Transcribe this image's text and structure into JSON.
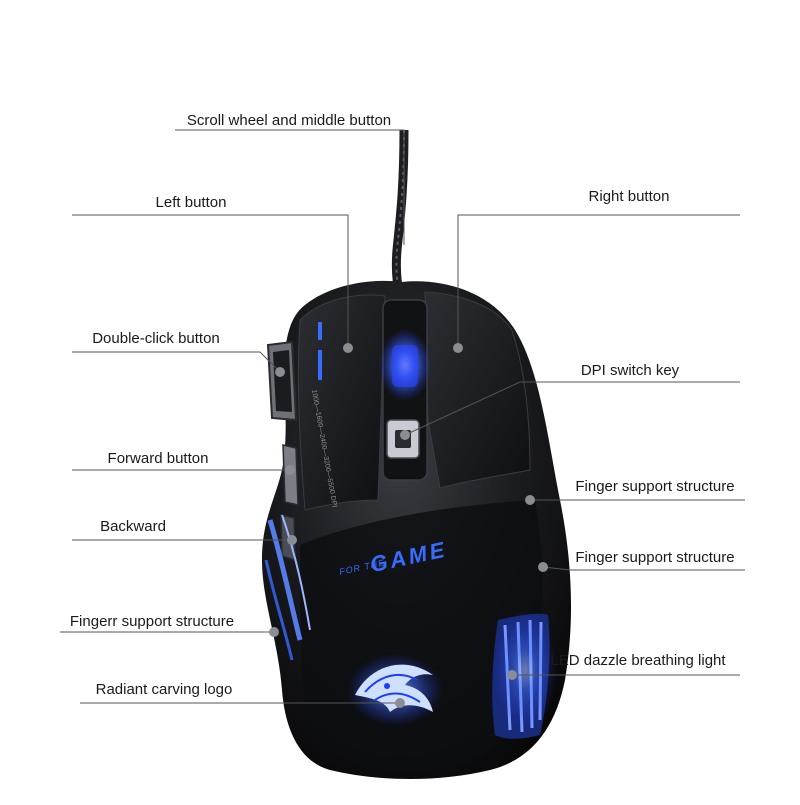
{
  "labels": {
    "scroll_wheel": "Scroll wheel and middle button",
    "left_button": "Left button",
    "right_button": "Right button",
    "double_click": "Double-click button",
    "dpi_switch": "DPI switch key",
    "forward": "Forward button",
    "finger_support_1": "Finger support structure",
    "backward": "Backward",
    "finger_support_2": "Finger support structure",
    "fingerr_support": "Fingerr support structure",
    "led": "LED dazzle breathing light",
    "logo": "Radiant carving logo"
  },
  "mouse_print": {
    "brand_small": "FOR THE",
    "brand_large": "GAME",
    "dpi_scale": "1000—1600—2400—3200—5500 DPI"
  },
  "colors": {
    "body": "#16171a",
    "led_blue": "#3a6bff",
    "line": "#555555",
    "dot": "#8a8d93"
  },
  "icons": [
    "dragon-logo-icon"
  ]
}
